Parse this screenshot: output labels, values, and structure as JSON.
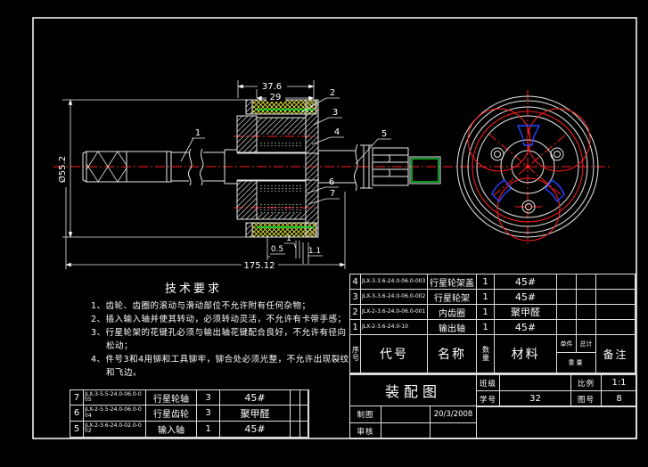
{
  "colors": {
    "line": "#ffffff",
    "centerline": "#ff2020",
    "green": "#00dd30",
    "yellow": "#f0ee38",
    "blue": "#2742ff"
  },
  "drawing": {
    "dims": {
      "top_outer": "37.6",
      "top_inner": "29",
      "diameter": "Ø55.2",
      "overall": "175.12",
      "gap1": "0.5",
      "gap2": "1",
      "gap3": "1.1"
    },
    "callouts": {
      "c1": "1",
      "c2": "2",
      "c3": "3",
      "c4": "4",
      "c5": "5",
      "c6": "6",
      "c7": "7"
    }
  },
  "tech": {
    "title": "技术要求",
    "items": [
      "1、齿轮、齿圈的滚动与滑动部位不允许附有任何杂物；",
      "2、插入输入轴并使其转动，必须转动灵活，不允许有卡带手感；",
      "3、行星轮架的花键孔必须与输出轴花键配合良好，不允许有径向松动；",
      "4、件号3和4用铆和工具铆牢，铆合处必须光整，不允许出现裂纹和飞边。"
    ]
  },
  "bom_right": {
    "headers": {
      "no": "序号",
      "code": "代号",
      "name": "名称",
      "qty": "数量",
      "material": "材料",
      "unit": "单件",
      "total": "总计",
      "weight": "重量",
      "remark": "备注"
    },
    "rows": [
      {
        "no": "4",
        "code": "JLX-3-3.6-24.0-06.0-003",
        "name": "行星轮架盖",
        "qty": "1",
        "material": "45#"
      },
      {
        "no": "3",
        "code": "JLX-3-3.6-24.0-06.0-002",
        "name": "行星轮架",
        "qty": "1",
        "material": "45#"
      },
      {
        "no": "2",
        "code": "JLX-2-3.6-24.0-06.0-001",
        "name": "内齿圈",
        "qty": "1",
        "material": "聚甲醛"
      },
      {
        "no": "1",
        "code": "JLX-2-3.6-24.0-10",
        "name": "输出轴",
        "qty": "1",
        "material": "45#"
      }
    ]
  },
  "bom_left": {
    "rows": [
      {
        "no": "7",
        "code": "JLX-3-5.5-24.0-06.0-005",
        "name": "行星轮轴",
        "qty": "3",
        "material": "45#"
      },
      {
        "no": "6",
        "code": "JLX-2-5.5-24.0-06.0-004",
        "name": "行星齿轮",
        "qty": "3",
        "material": "聚甲醛"
      },
      {
        "no": "5",
        "code": "JLX-2-3.6-24.0-02.0-002",
        "name": "输入轴",
        "qty": "1",
        "material": "45#"
      }
    ]
  },
  "title_block": {
    "title": "装配图",
    "class_label": "班级",
    "class_value": "",
    "scale_label": "比例",
    "scale_value": "1:1",
    "student_label": "学号",
    "student_value": "32",
    "sheet_label": "图号",
    "sheet_value": "8",
    "drawn_label": "制图",
    "drawn_value": "",
    "date": "20/3/2008",
    "checked_label": "审核",
    "checked_value": ""
  }
}
